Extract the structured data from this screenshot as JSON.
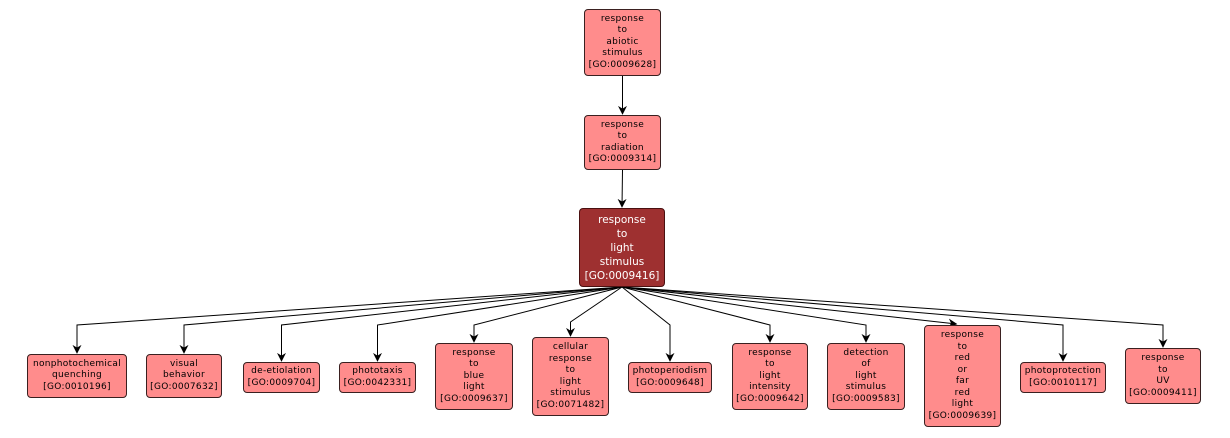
{
  "diagram": {
    "type": "GO term hierarchy",
    "colors": {
      "node_fill": "#ff8c8c",
      "focus_fill": "#9e3030",
      "edge": "#000000",
      "focus_text": "#ffffff"
    },
    "nodes": [
      {
        "id": "n_abiotic",
        "lines": [
          "response",
          "to",
          "abiotic",
          "stimulus",
          "[GO:0009628]"
        ],
        "go_id": "GO:0009628",
        "focus": false
      },
      {
        "id": "n_radiation",
        "lines": [
          "response",
          "to",
          "radiation",
          "[GO:0009314]"
        ],
        "go_id": "GO:0009314",
        "focus": false
      },
      {
        "id": "n_light",
        "lines": [
          "response",
          "to",
          "light",
          "stimulus",
          "[GO:0009416]"
        ],
        "go_id": "GO:0009416",
        "focus": true
      },
      {
        "id": "n_npq",
        "lines": [
          "nonphotochemical",
          "quenching",
          "[GO:0010196]"
        ],
        "go_id": "GO:0010196",
        "focus": false
      },
      {
        "id": "n_visual",
        "lines": [
          "visual",
          "behavior",
          "[GO:0007632]"
        ],
        "go_id": "GO:0007632",
        "focus": false
      },
      {
        "id": "n_deetiol",
        "lines": [
          "de-etiolation",
          "[GO:0009704]"
        ],
        "go_id": "GO:0009704",
        "focus": false
      },
      {
        "id": "n_phototaxis",
        "lines": [
          "phototaxis",
          "[GO:0042331]"
        ],
        "go_id": "GO:0042331",
        "focus": false
      },
      {
        "id": "n_blue",
        "lines": [
          "response",
          "to",
          "blue",
          "light",
          "[GO:0009637]"
        ],
        "go_id": "GO:0009637",
        "focus": false
      },
      {
        "id": "n_cellular",
        "lines": [
          "cellular",
          "response",
          "to",
          "light",
          "stimulus",
          "[GO:0071482]"
        ],
        "go_id": "GO:0071482",
        "focus": false
      },
      {
        "id": "n_photoperiod",
        "lines": [
          "photoperiodism",
          "[GO:0009648]"
        ],
        "go_id": "GO:0009648",
        "focus": false
      },
      {
        "id": "n_intensity",
        "lines": [
          "response",
          "to",
          "light",
          "intensity",
          "[GO:0009642]"
        ],
        "go_id": "GO:0009642",
        "focus": false
      },
      {
        "id": "n_detection",
        "lines": [
          "detection",
          "of",
          "light",
          "stimulus",
          "[GO:0009583]"
        ],
        "go_id": "GO:0009583",
        "focus": false
      },
      {
        "id": "n_redfar",
        "lines": [
          "response",
          "to",
          "red",
          "or",
          "far",
          "red",
          "light",
          "[GO:0009639]"
        ],
        "go_id": "GO:0009639",
        "focus": false
      },
      {
        "id": "n_photoprot",
        "lines": [
          "photoprotection",
          "[GO:0010117]"
        ],
        "go_id": "GO:0010117",
        "focus": false
      },
      {
        "id": "n_uv",
        "lines": [
          "response",
          "to",
          "UV",
          "[GO:0009411]"
        ],
        "go_id": "GO:0009411",
        "focus": false
      }
    ],
    "edges": [
      {
        "from": "n_abiotic",
        "to": "n_radiation"
      },
      {
        "from": "n_radiation",
        "to": "n_light"
      },
      {
        "from": "n_light",
        "to": "n_npq"
      },
      {
        "from": "n_light",
        "to": "n_visual"
      },
      {
        "from": "n_light",
        "to": "n_deetiol"
      },
      {
        "from": "n_light",
        "to": "n_phototaxis"
      },
      {
        "from": "n_light",
        "to": "n_blue"
      },
      {
        "from": "n_light",
        "to": "n_cellular"
      },
      {
        "from": "n_light",
        "to": "n_photoperiod"
      },
      {
        "from": "n_light",
        "to": "n_intensity"
      },
      {
        "from": "n_light",
        "to": "n_detection"
      },
      {
        "from": "n_light",
        "to": "n_redfar"
      },
      {
        "from": "n_light",
        "to": "n_photoprot"
      },
      {
        "from": "n_light",
        "to": "n_uv"
      }
    ]
  }
}
